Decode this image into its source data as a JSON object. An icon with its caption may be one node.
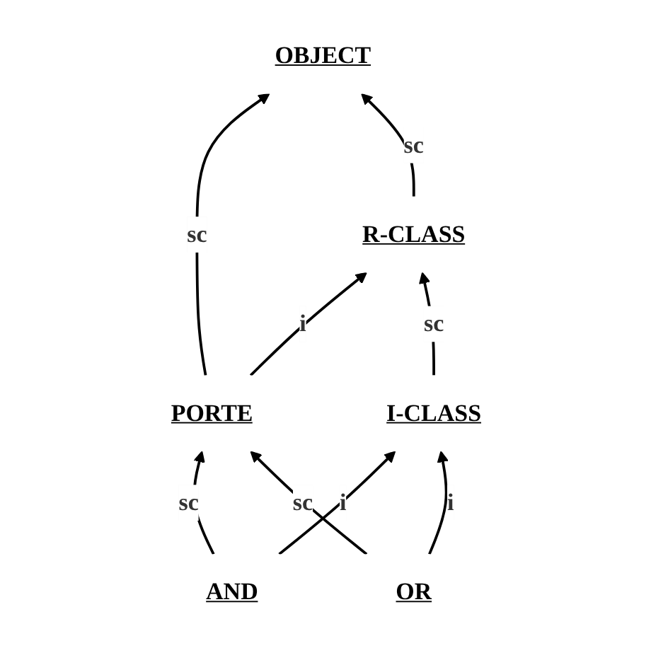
{
  "diagram": {
    "nodes": [
      {
        "text": [
          "OBJECT"
        ]
      },
      {
        "text": [
          "R-CLASS"
        ]
      },
      {
        "text": [
          "I-CLASS"
        ]
      },
      {
        "text": [
          "PORTE"
        ]
      },
      {
        "text": [
          "AND"
        ]
      },
      {
        "text": [
          "OR"
        ]
      }
    ],
    "edges": [
      {
        "from": 3,
        "to": 0,
        "arrow": "to",
        "label": "sc"
      },
      {
        "from": 1,
        "to": 0,
        "arrow": "to",
        "label": "sc"
      },
      {
        "from": 3,
        "to": 1,
        "arrow": "to",
        "label": "i"
      },
      {
        "from": 2,
        "to": 1,
        "arrow": "to",
        "label": "sc"
      },
      {
        "from": 4,
        "to": 2,
        "arrow": "to",
        "label": "i"
      },
      {
        "from": 5,
        "to": 2,
        "arrow": "to",
        "label": "i"
      },
      {
        "from": 4,
        "to": 3,
        "arrow": "to",
        "label": "sc"
      },
      {
        "from": 5,
        "to": 3,
        "arrow": "to",
        "label": "sc"
      }
    ]
  }
}
